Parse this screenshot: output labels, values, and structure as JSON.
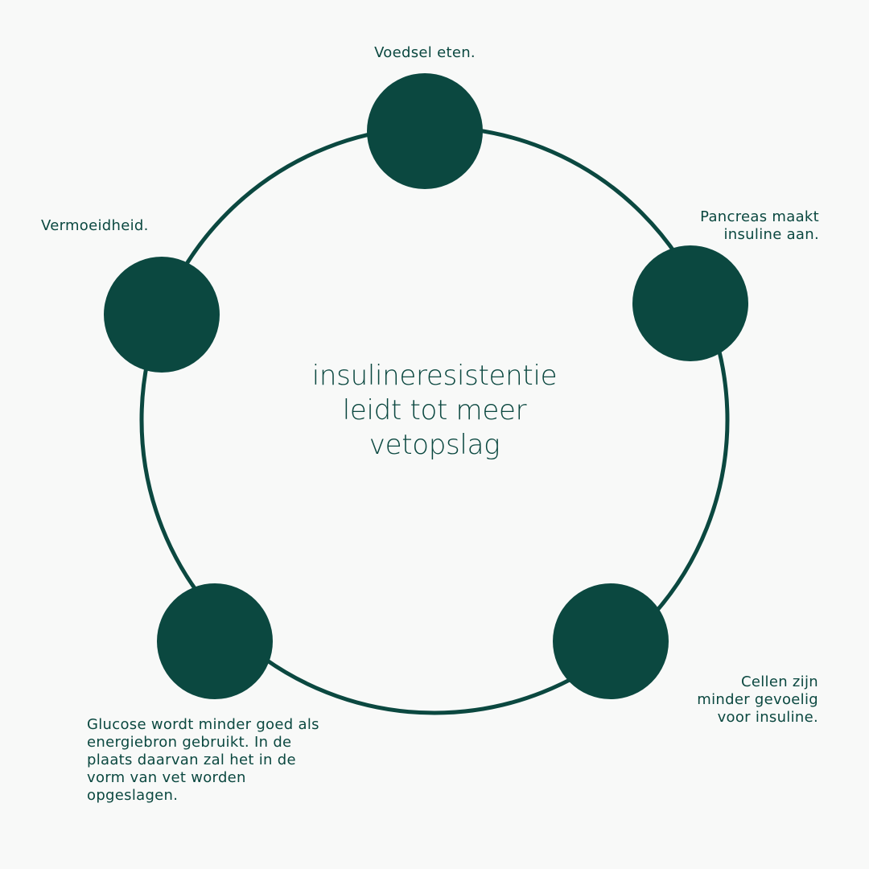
{
  "diagram": {
    "center_text": "insulineresistentie\nleidt tot meer\nvetopslag",
    "steps": [
      {
        "label": "Voedsel eten."
      },
      {
        "label": "Pancreas maakt\ninsuline aan."
      },
      {
        "label": "Cellen zijn\nminder gevoelig\nvoor insuline."
      },
      {
        "label": "Glucose wordt minder goed als\nenergiebron gebruikt. In de\nplaats daarvan zal het in de\nvorm van vet worden\nopgeslagen."
      },
      {
        "label": "Vermoeidheid."
      }
    ]
  },
  "colors": {
    "background": "#f8f9f8",
    "accent": "#0b4840"
  }
}
